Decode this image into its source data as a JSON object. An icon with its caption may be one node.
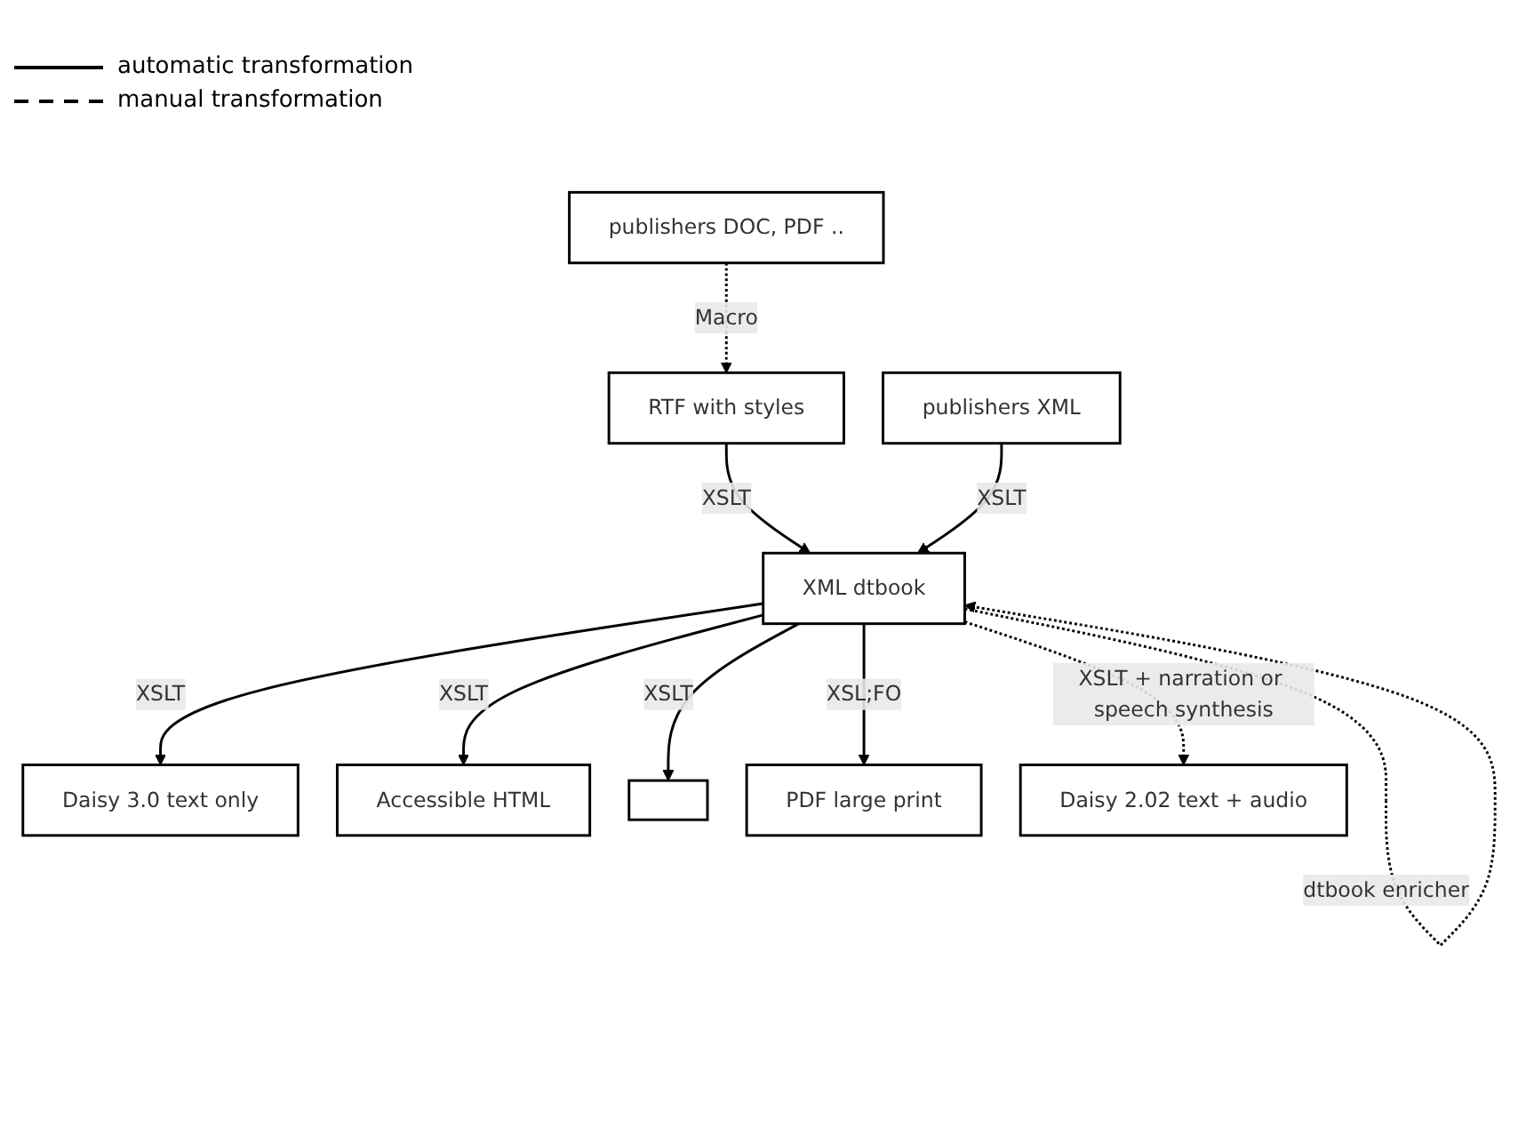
{
  "diagram": {
    "nodes": [
      {
        "text": [
          "publishers DOC, PDF .."
        ]
      },
      {
        "text": [
          "RTF with styles"
        ]
      },
      {
        "text": [
          "publishers XML"
        ]
      },
      {
        "text": [
          "XML dtbook"
        ]
      },
      {
        "text": [
          "Daisy 3.0 text only"
        ]
      },
      {
        "text": [
          "Accessible HTML"
        ]
      },
      {
        "text": [],
        "shape": "box"
      },
      {
        "text": [
          "PDF large print"
        ]
      },
      {
        "text": [
          "Daisy 2.02 text + audio"
        ]
      }
    ],
    "edges": [
      {
        "from": 0,
        "to": 1,
        "arrow": "to",
        "style": "dashed",
        "label": "Macro"
      },
      {
        "from": 1,
        "to": 3,
        "arrow": "to",
        "label": "XSLT"
      },
      {
        "from": 2,
        "to": 3,
        "arrow": "to",
        "label": "XSLT"
      },
      {
        "from": 3,
        "to": 3,
        "arrow": "to",
        "style": "dashed",
        "label": "dtbook enricher"
      },
      {
        "from": 3,
        "to": 4,
        "arrow": "to",
        "label": "XSLT"
      },
      {
        "from": 3,
        "to": 5,
        "arrow": "to",
        "label": "XSLT"
      },
      {
        "from": 3,
        "to": 6,
        "arrow": "to",
        "label": "XSLT"
      },
      {
        "from": 3,
        "to": 7,
        "arrow": "to",
        "label": "XSL;FO"
      },
      {
        "from": 3,
        "to": 8,
        "arrow": "to",
        "style": "dashed",
        "label": "XSLT + narration or speech synthesis"
      }
    ],
    "legend": [
      {
        "text": "automatic transformation"
      },
      {
        "text": "manual transformation"
      }
    ]
  }
}
